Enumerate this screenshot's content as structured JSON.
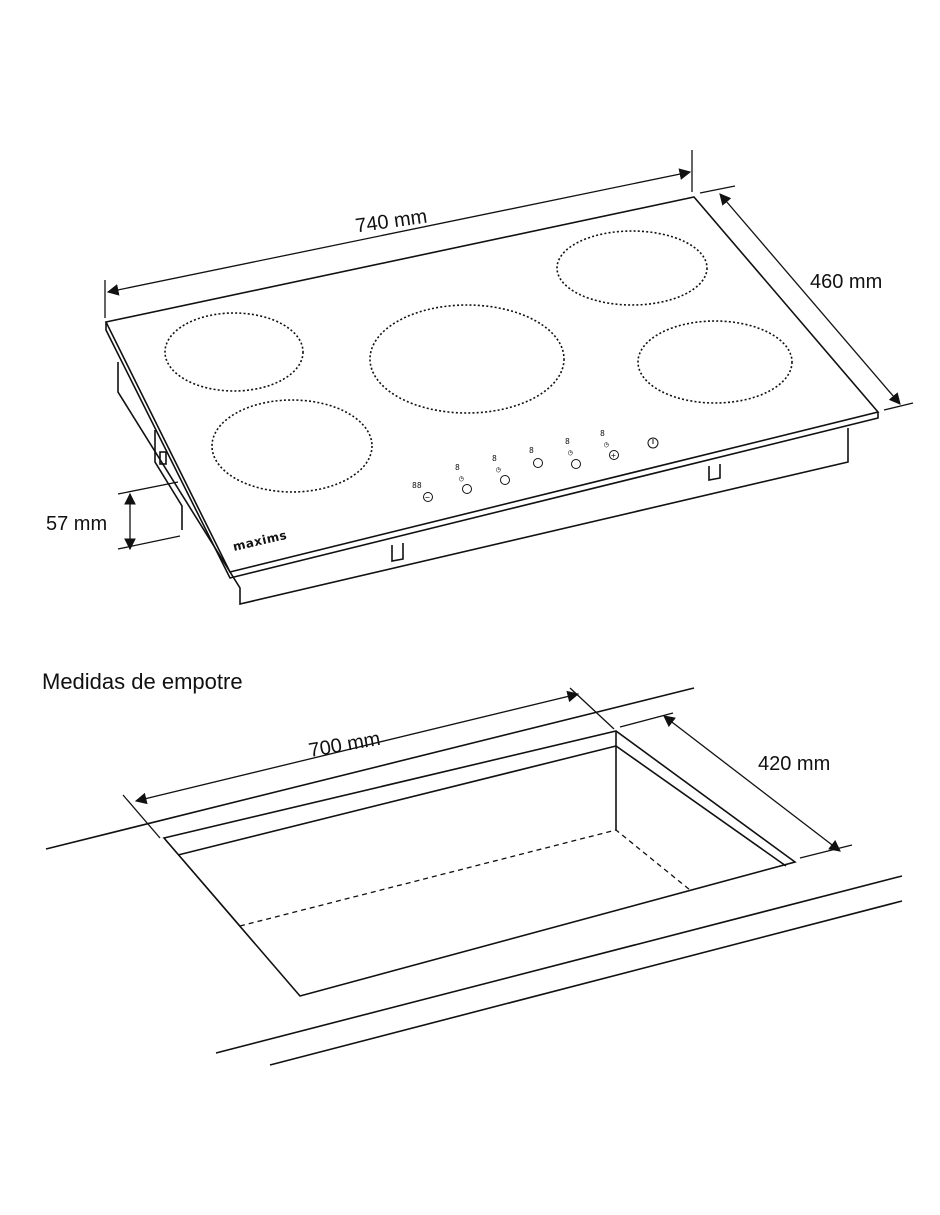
{
  "cooktop": {
    "width_label": "740 mm",
    "depth_label": "460 mm",
    "height_label": "57 mm",
    "brand": "maxims",
    "controls": {
      "display_main": "88",
      "display_zone": "8",
      "minus_symbol": "−",
      "plus_symbol": "+",
      "timer_symbol": "◷",
      "power_symbol": "⏻"
    }
  },
  "cutout": {
    "heading": "Medidas de empotre",
    "width_label": "700 mm",
    "depth_label": "420 mm"
  },
  "colors": {
    "line": "#111111",
    "background": "#ffffff"
  }
}
